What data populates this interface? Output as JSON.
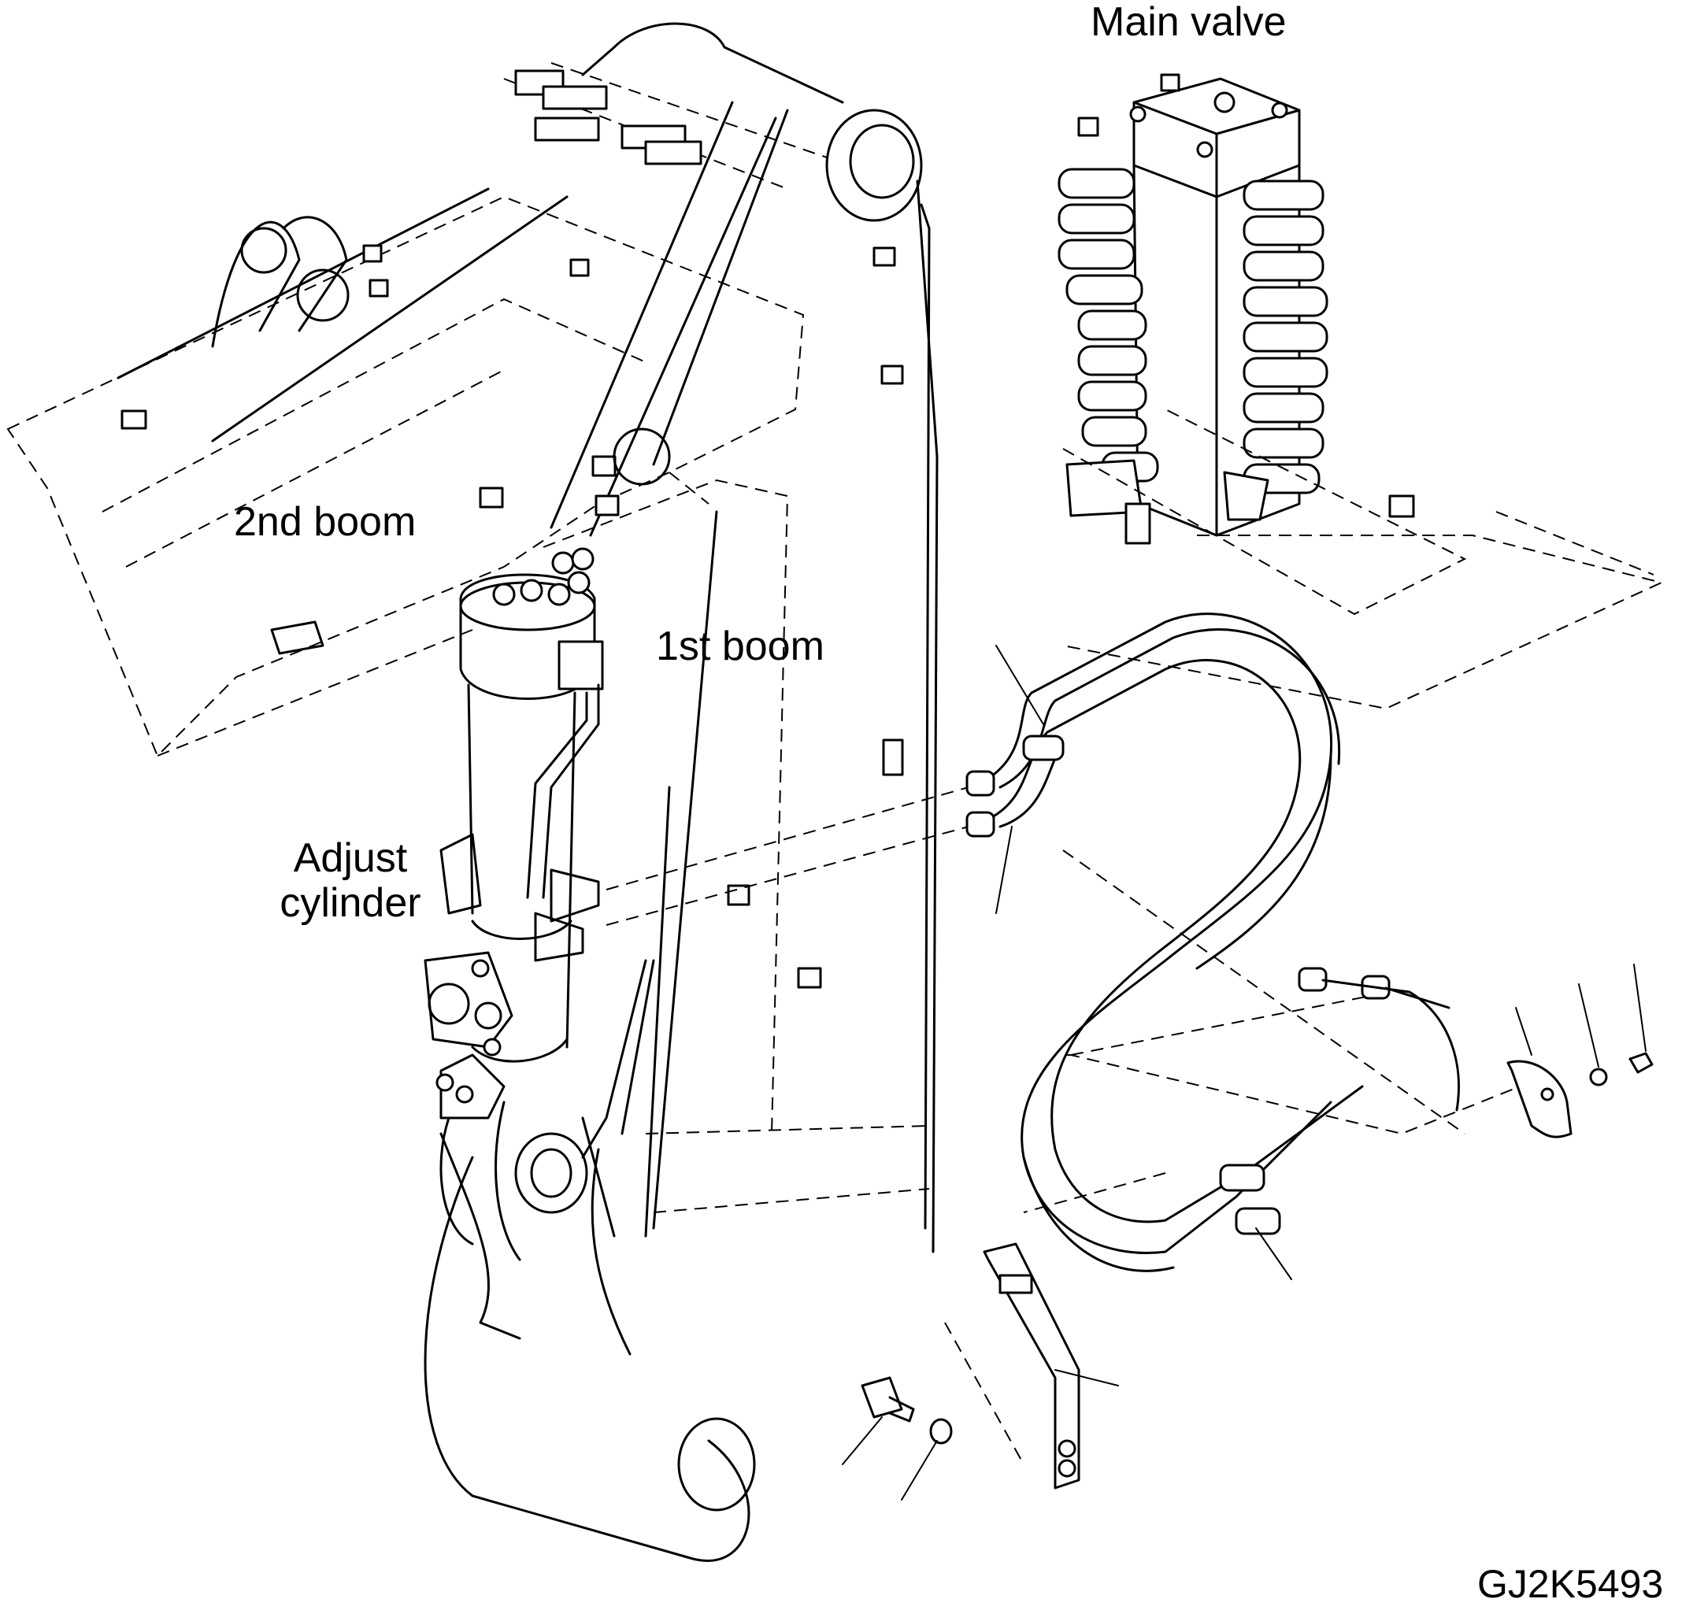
{
  "labels": {
    "main_valve": "Main valve",
    "second_boom": "2nd boom",
    "first_boom": "1st boom",
    "adjust_cylinder_line1": "Adjust",
    "adjust_cylinder_line2": "cylinder",
    "figure_id": "GJ2K5493"
  }
}
